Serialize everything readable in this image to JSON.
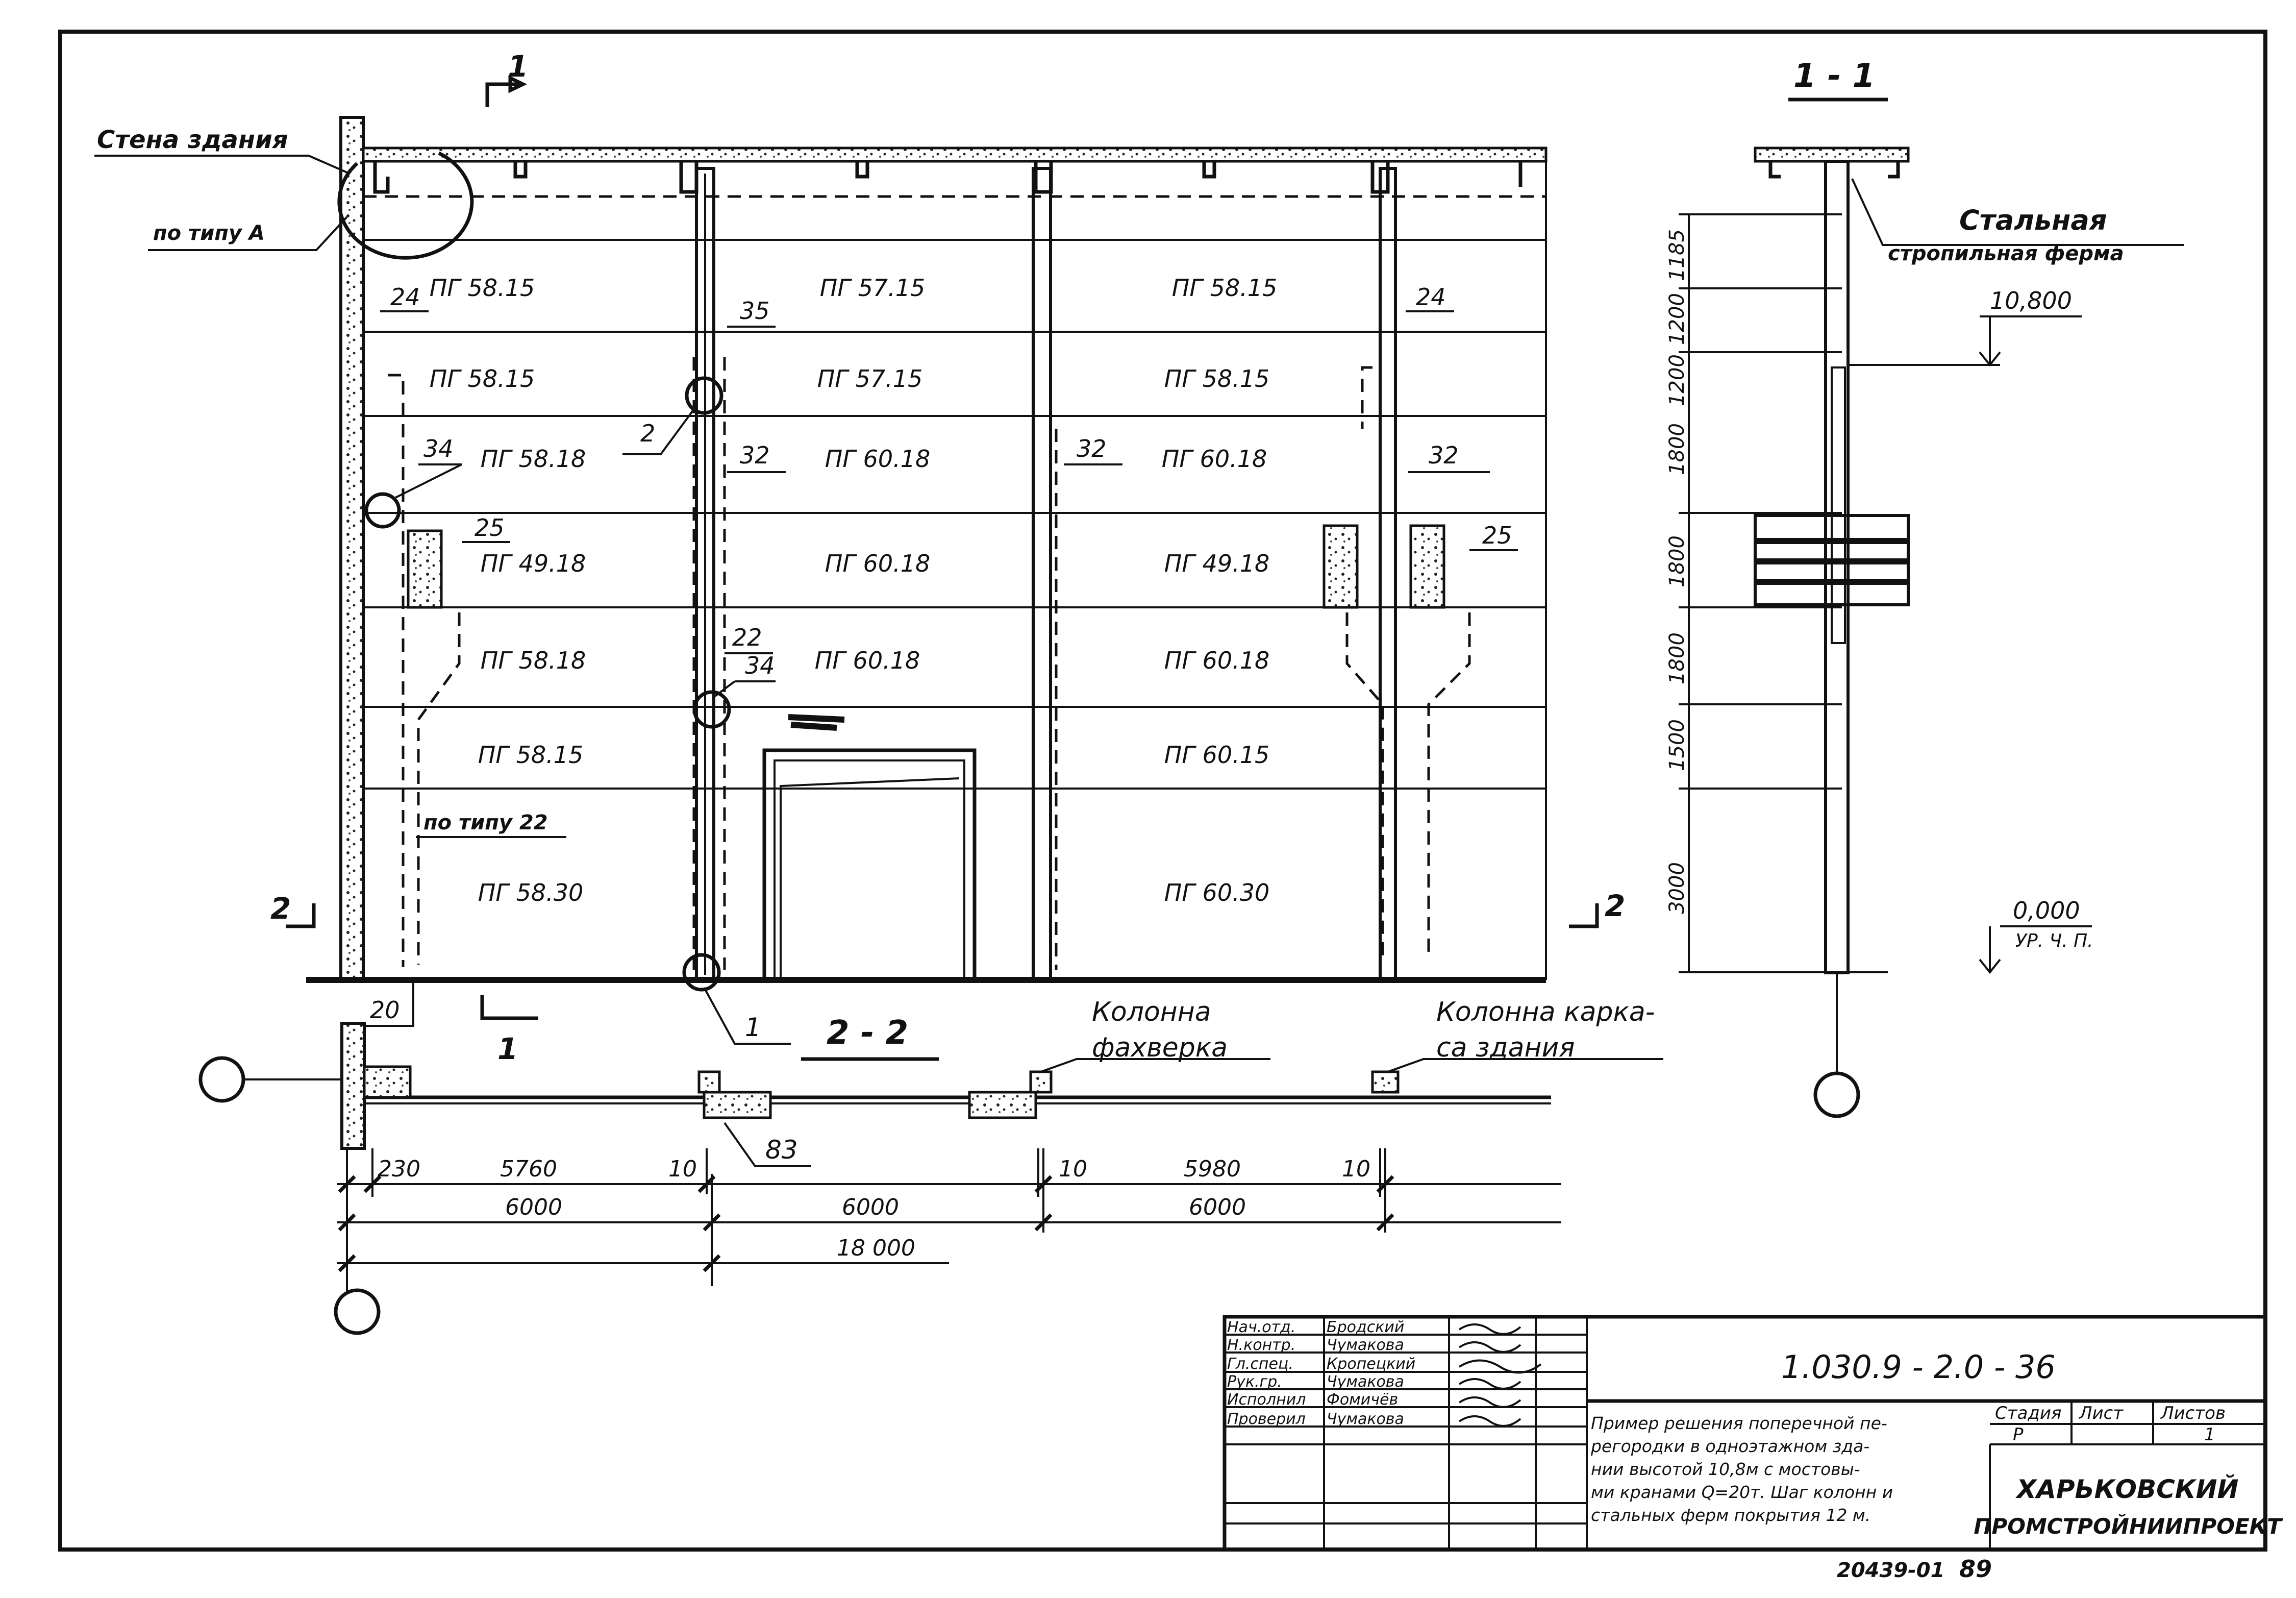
{
  "drawing": {
    "notes": {
      "building_wall": "Стена здания",
      "per_type_a": "по типу А",
      "per_type_22": "по типу 22",
      "steel_truss": [
        "Стальная",
        "стропильная ферма"
      ],
      "wind_column": [
        "Колонна",
        "фахверка"
      ],
      "frame_column": [
        "Колонна карка-",
        "са здания"
      ]
    },
    "sections": {
      "s11": "1 - 1",
      "s22": "2 - 2"
    },
    "cut_marks": {
      "one": "1",
      "two": "2"
    },
    "bays": [
      {
        "panels": [
          "ПГ 58.15",
          "ПГ 58.15",
          "ПГ 58.18",
          "ПГ 49.18",
          "ПГ 58.18",
          "ПГ 58.15",
          "ПГ 58.30"
        ]
      },
      {
        "panels": [
          "ПГ 57.15",
          "ПГ 57.15",
          "ПГ 60.18",
          "ПГ 60.18",
          "ПГ 60.18",
          "",
          ""
        ]
      },
      {
        "panels": [
          "ПГ 58.15",
          "ПГ 58.15",
          "ПГ 60.18",
          "ПГ 49.18",
          "ПГ 60.18",
          "ПГ 60.15",
          "ПГ 60.30"
        ]
      }
    ],
    "node_labels": [
      "24",
      "35",
      "24",
      "2",
      "34",
      "32",
      "32",
      "32",
      "25",
      "25",
      "22",
      "34",
      "1",
      "20",
      "83"
    ],
    "elevations": {
      "top": "10,800",
      "ground": "0,000",
      "ground_note": "УР. Ч. П."
    },
    "vertical_dims": [
      "1185",
      "1200",
      "1200",
      "1800",
      "1800",
      "1800",
      "1500",
      "3000"
    ],
    "plan_dims": {
      "row1": [
        "230",
        "5760",
        "10",
        "10",
        "5980",
        "10"
      ],
      "row2": [
        "6000",
        "6000",
        "6000"
      ],
      "total": "18 000"
    }
  },
  "title_block": {
    "code": "1.030.9 - 2.0 - 36",
    "roles": [
      "Нач.отд.",
      "Н.контр.",
      "Гл.спец.",
      "Рук.гр.",
      "Исполнил",
      "Проверил"
    ],
    "names": [
      "Бродский",
      "Чумакова",
      "Кропецкий",
      "Чумакова",
      "Фомичёв",
      "Чумакова"
    ],
    "description": [
      "Пример решения поперечной пе-",
      "регородки в одноэтажном зда-",
      "нии высотой 10,8м с мостовы-",
      "ми кранами Q=20т. Шаг колонн и",
      "стальных ферм покрытия 12 м."
    ],
    "stage_header": "Стадия",
    "sheet_header": "Лист",
    "sheets_header": "Листов",
    "stage": "Р",
    "sheet": "",
    "sheets": "1",
    "org": [
      "ХАРЬКОВСКИЙ",
      "ПРОМСТРОЙНИИПРОЕКТ"
    ]
  },
  "footer": {
    "inventory": "20439-01",
    "page": "89"
  }
}
